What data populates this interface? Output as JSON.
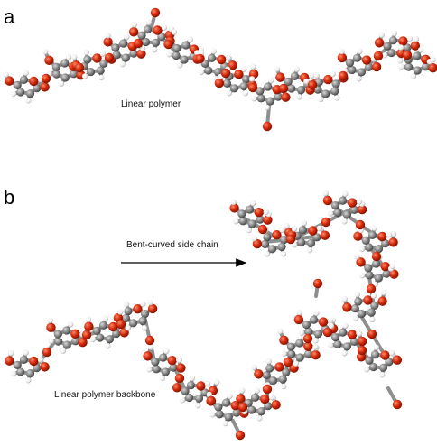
{
  "panels": {
    "a": {
      "label": "a",
      "caption": "Linear polymer"
    },
    "b": {
      "label": "b",
      "caption_backbone": "Linear polymer backbone",
      "caption_side": "Bent-curved side chain"
    }
  },
  "colors": {
    "carbon": "#8a8a8a",
    "oxygen": "#d42a0c",
    "hydrogen": "#f4f4f4",
    "bond": "#9a9a9a",
    "arrow": "#000000"
  }
}
